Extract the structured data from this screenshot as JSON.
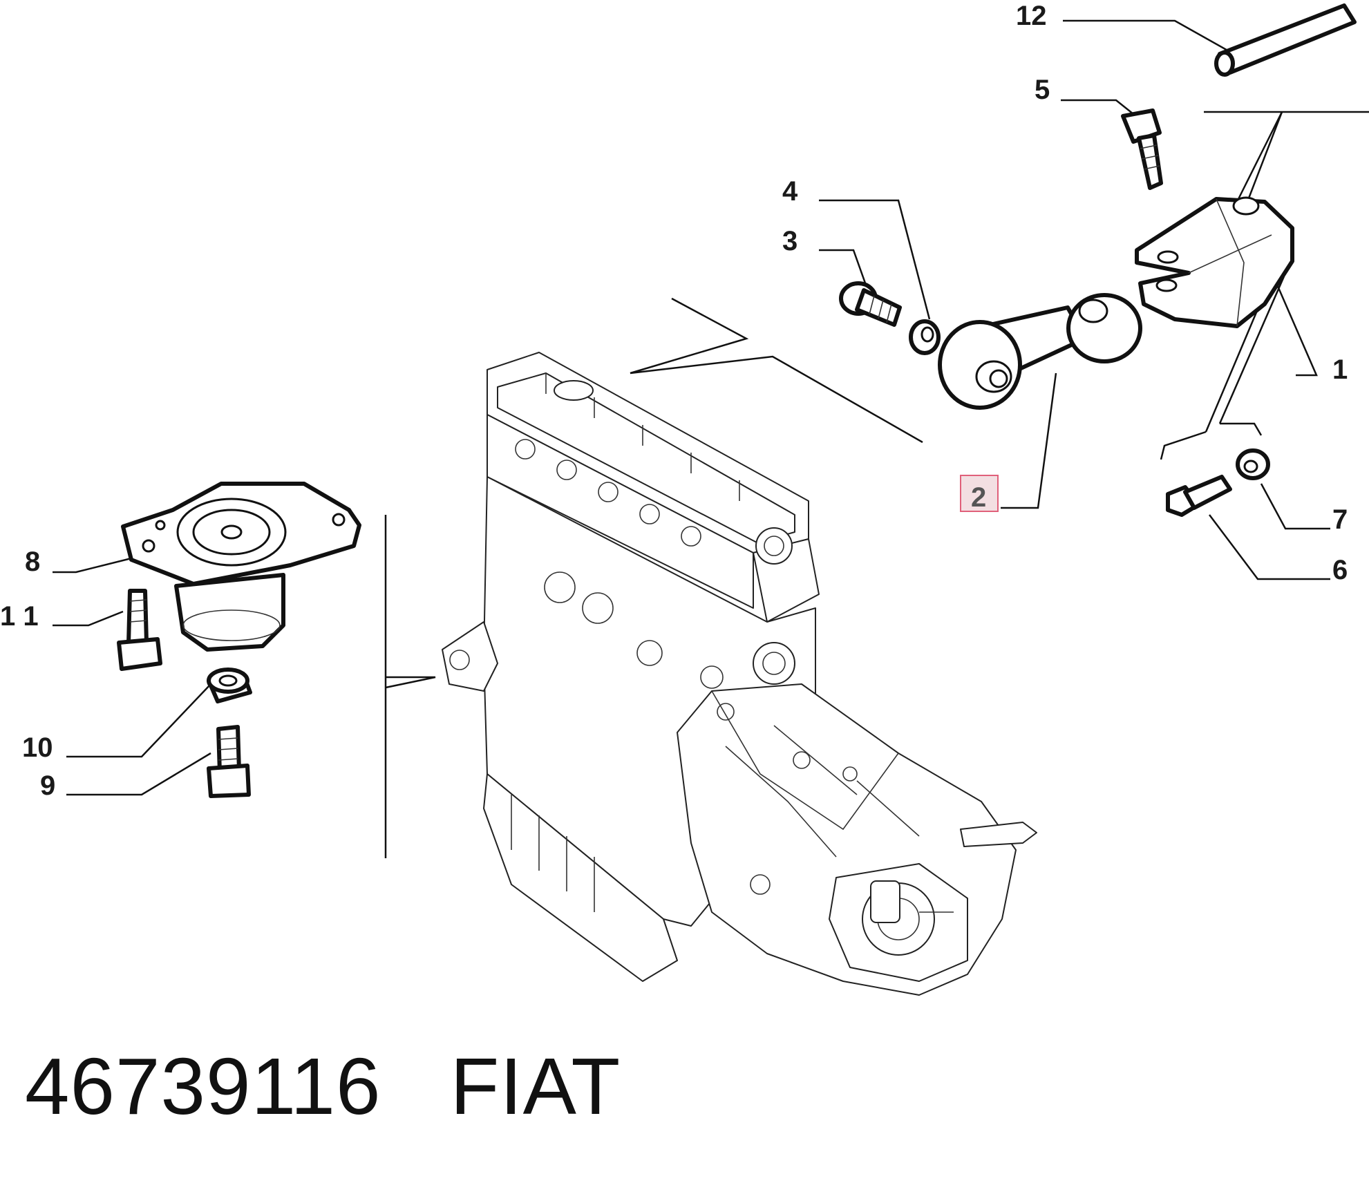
{
  "callouts": {
    "c1": "1",
    "c2": "2",
    "c3": "3",
    "c4": "4",
    "c5": "5",
    "c6": "6",
    "c7": "7",
    "c8": "8",
    "c9": "9",
    "c10": "10",
    "c11": "1 1",
    "c12": "12"
  },
  "footer": {
    "part_number": "46739116",
    "brand": "FIAT"
  },
  "colors": {
    "highlight_fill": "#f3dfe2",
    "highlight_stroke": "#e0607a",
    "ink": "#111111"
  }
}
